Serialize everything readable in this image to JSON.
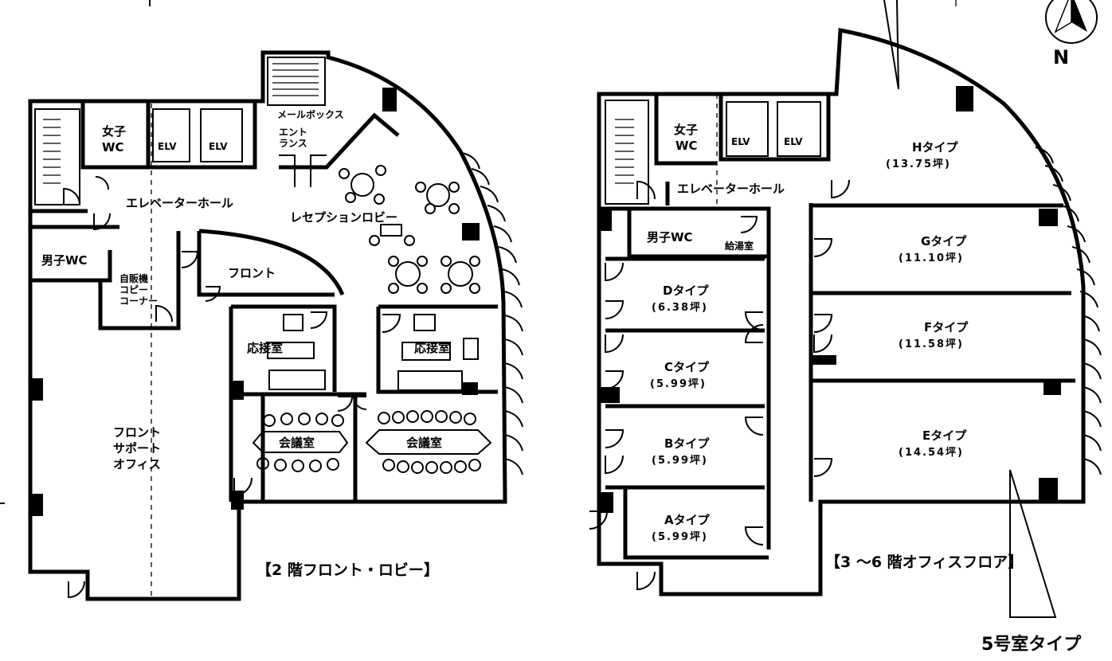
{
  "compass": {
    "label": "N"
  },
  "floor2": {
    "caption": "【2 階フロント・ロビー】",
    "rooms": {
      "womens_wc_1": "女子",
      "womens_wc_2": "WC",
      "elv_1": "ELV",
      "elv_2": "ELV",
      "mailbox": "メールボックス",
      "entrance_1": "エント",
      "entrance_2": "ランス",
      "elevator_hall": "エレベーターホール",
      "reception_lobby": "レセプションロビー",
      "mens_wc": "男子WC",
      "copy_corner_1": "自販機",
      "copy_corner_2": "コピー",
      "copy_corner_3": "コーナー",
      "front": "フロント",
      "reception_room_1": "応接室",
      "reception_room_2": "応接室",
      "support_office_1": "フロント",
      "support_office_2": "サポート",
      "support_office_3": "オフィス",
      "meeting_room_1": "会議室",
      "meeting_room_2": "会議室"
    }
  },
  "floor3_6": {
    "caption": "【3 ～6 階オフィスフロア】",
    "rooms": {
      "womens_wc_1": "女子",
      "womens_wc_2": "WC",
      "elv_1": "ELV",
      "elv_2": "ELV",
      "elevator_hall": "エレベーターホール",
      "mens_wc": "男子WC",
      "kitchenette": "給湯室"
    },
    "units": [
      {
        "id": "H",
        "name": "Hタイプ",
        "area": "(13.75坪)"
      },
      {
        "id": "G",
        "name": "Gタイプ",
        "area": "(11.10坪)"
      },
      {
        "id": "D",
        "name": "Dタイプ",
        "area": "(6.38坪)"
      },
      {
        "id": "F",
        "name": "Fタイプ",
        "area": "(11.58坪)"
      },
      {
        "id": "C",
        "name": "Cタイプ",
        "area": "(5.99坪)"
      },
      {
        "id": "B",
        "name": "Bタイプ",
        "area": "(5.99坪)"
      },
      {
        "id": "E",
        "name": "Eタイプ",
        "area": "(14.54坪)"
      },
      {
        "id": "A",
        "name": "Aタイプ",
        "area": "(5.99坪)"
      }
    ],
    "type_note": "5号室タイプ"
  }
}
